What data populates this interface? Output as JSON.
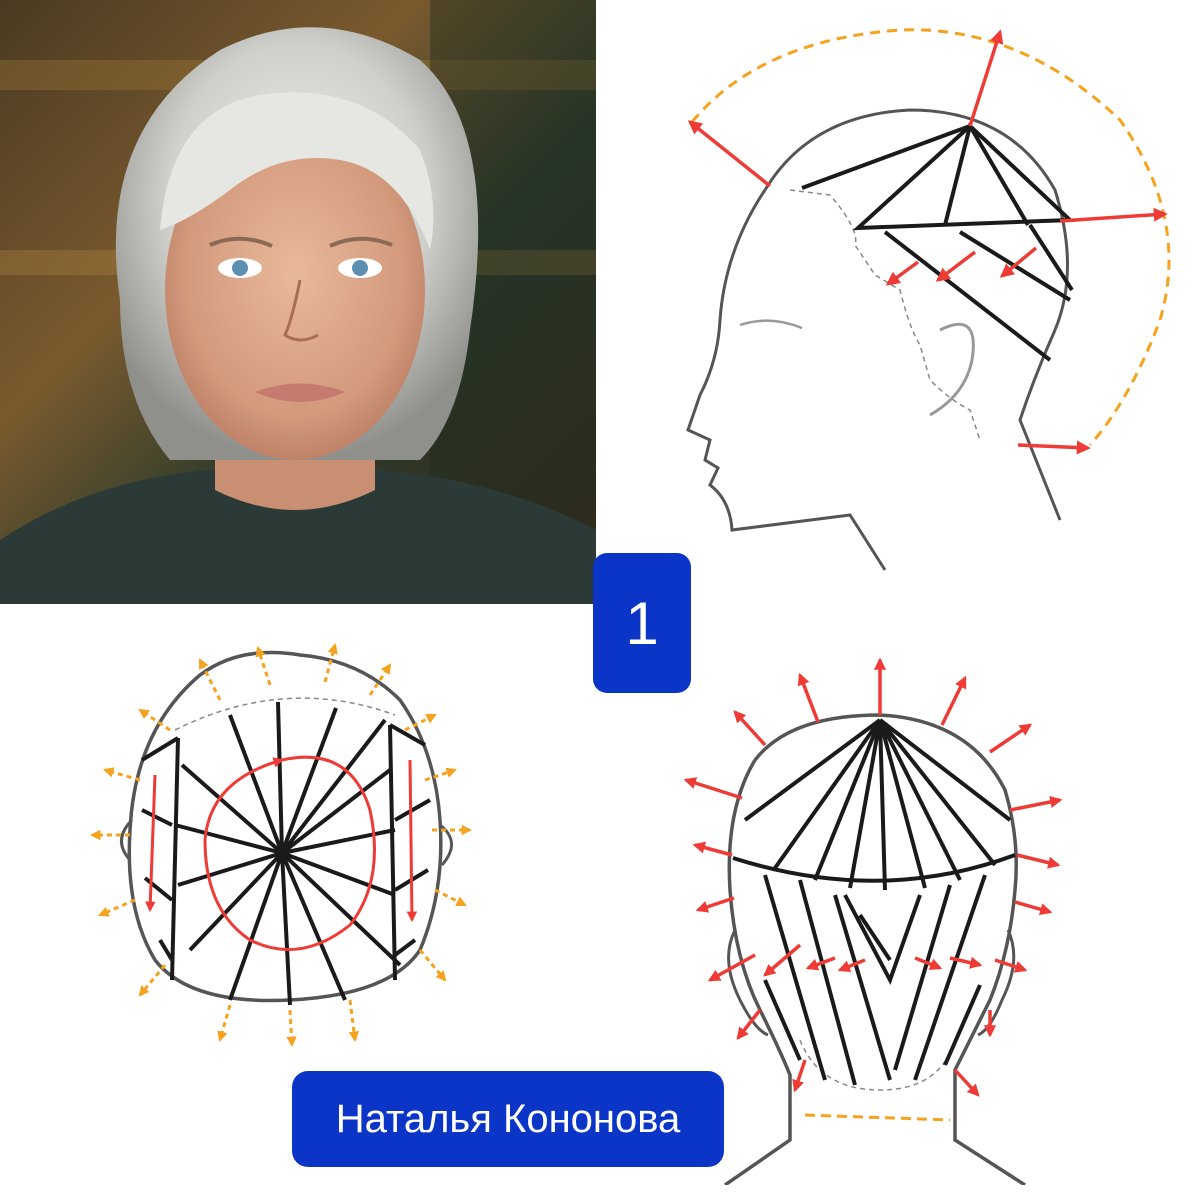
{
  "step_badge": {
    "number": "1"
  },
  "author_caption": {
    "text": "Наталья Кононова"
  },
  "colors": {
    "badge_blue": "#0b35c6",
    "arrow_red": "#ee3b36",
    "guide_orange": "#f5a21e",
    "line_black": "#1a1a1a",
    "outline_gray": "#555555"
  },
  "icons": {
    "photo": "portrait-photo",
    "side_view": "head-side-view-diagram",
    "top_view": "head-top-view-diagram",
    "back_view": "head-back-view-diagram",
    "arrow": "elevation-arrow"
  }
}
